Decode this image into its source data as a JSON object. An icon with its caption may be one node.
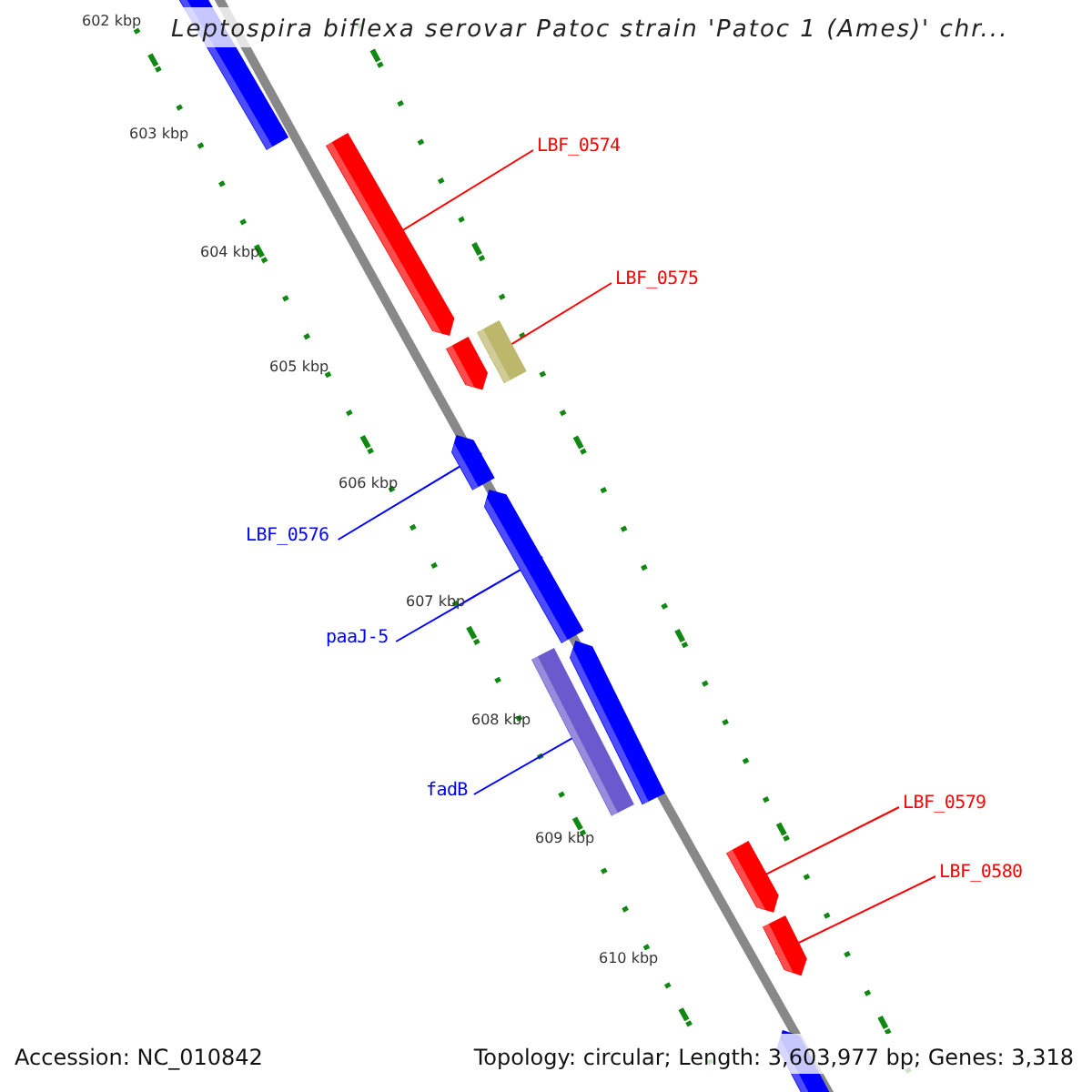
{
  "diagram": {
    "title": "Leptospira biflexa serovar Patoc strain 'Patoc 1 (Ames)' chr...",
    "nodes": [
      {
        "text": [
          "LBF_0574"
        ]
      },
      {
        "text": [
          "LBF_0575"
        ]
      },
      {
        "text": [
          "LBF_0576"
        ]
      },
      {
        "text": [
          "paaJ-5"
        ]
      },
      {
        "text": [
          "fadB"
        ]
      },
      {
        "text": [
          "LBF_0579"
        ]
      },
      {
        "text": [
          "LBF_0580"
        ]
      },
      {
        "text": [],
        "shape": "bar"
      },
      {
        "text": [],
        "shape": "bar"
      },
      {
        "text": [],
        "shape": "bar"
      },
      {
        "text": [],
        "shape": "bar"
      },
      {
        "text": [],
        "shape": "bar"
      },
      {
        "text": [],
        "shape": "bar"
      },
      {
        "text": [],
        "shape": "bar"
      },
      {
        "text": [],
        "shape": "bar"
      },
      {
        "text": [],
        "shape": "bar"
      },
      {
        "text": [],
        "shape": "bar"
      },
      {
        "text": [],
        "shape": "bar"
      }
    ],
    "edges": [
      {
        "from": 0,
        "to": 8,
        "arrow": "none",
        "color": "#ff0000"
      },
      {
        "from": 1,
        "to": 10,
        "arrow": "none",
        "color": "#ff0000"
      },
      {
        "from": 2,
        "to": 11,
        "arrow": "none",
        "color": "#0000ff"
      },
      {
        "from": 3,
        "to": 12,
        "arrow": "none",
        "color": "#0000ff"
      },
      {
        "from": 4,
        "to": 13,
        "arrow": "none",
        "color": "#0000ff"
      },
      {
        "from": 5,
        "to": 15,
        "arrow": "none",
        "color": "#ff0000"
      },
      {
        "from": 6,
        "to": 16,
        "arrow": "none",
        "color": "#ff0000"
      }
    ],
    "labels": [
      "602 kbp",
      "603 kbp",
      "604 kbp",
      "605 kbp",
      "606 kbp",
      "607 kbp",
      "608 kbp",
      "609 kbp",
      "610 kbp",
      "Accession: NC_010842",
      "Topology: circular; Length: 3,603,977 bp; Genes: 3,318"
    ]
  }
}
